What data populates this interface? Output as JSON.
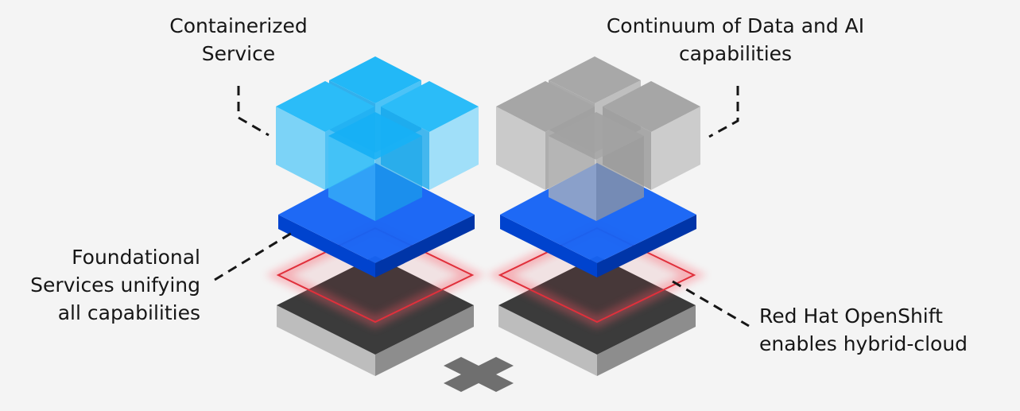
{
  "labels": {
    "containerized_service": [
      "Containerized",
      "Service"
    ],
    "continuum": [
      "Continuum of Data and AI",
      "capabilities"
    ],
    "foundational_services": [
      "Foundational",
      "Services unifying",
      "all capabilities"
    ],
    "openshift": [
      "Red Hat OpenShift",
      "enables hybrid-cloud"
    ]
  },
  "colors": {
    "background": "#f4f4f4",
    "text": "#161616",
    "container_blue": "#1fb2f5",
    "foundation_blue": "#0f62fe",
    "openshift_red": "#da1e28",
    "base_dark": "#3a3a3a",
    "base_side": "#8d8d8d",
    "gray_cube": "#a8a8a8",
    "plus_mark": "#6f6f6f"
  },
  "icons": {
    "bottom_mark": "plus-icon"
  }
}
